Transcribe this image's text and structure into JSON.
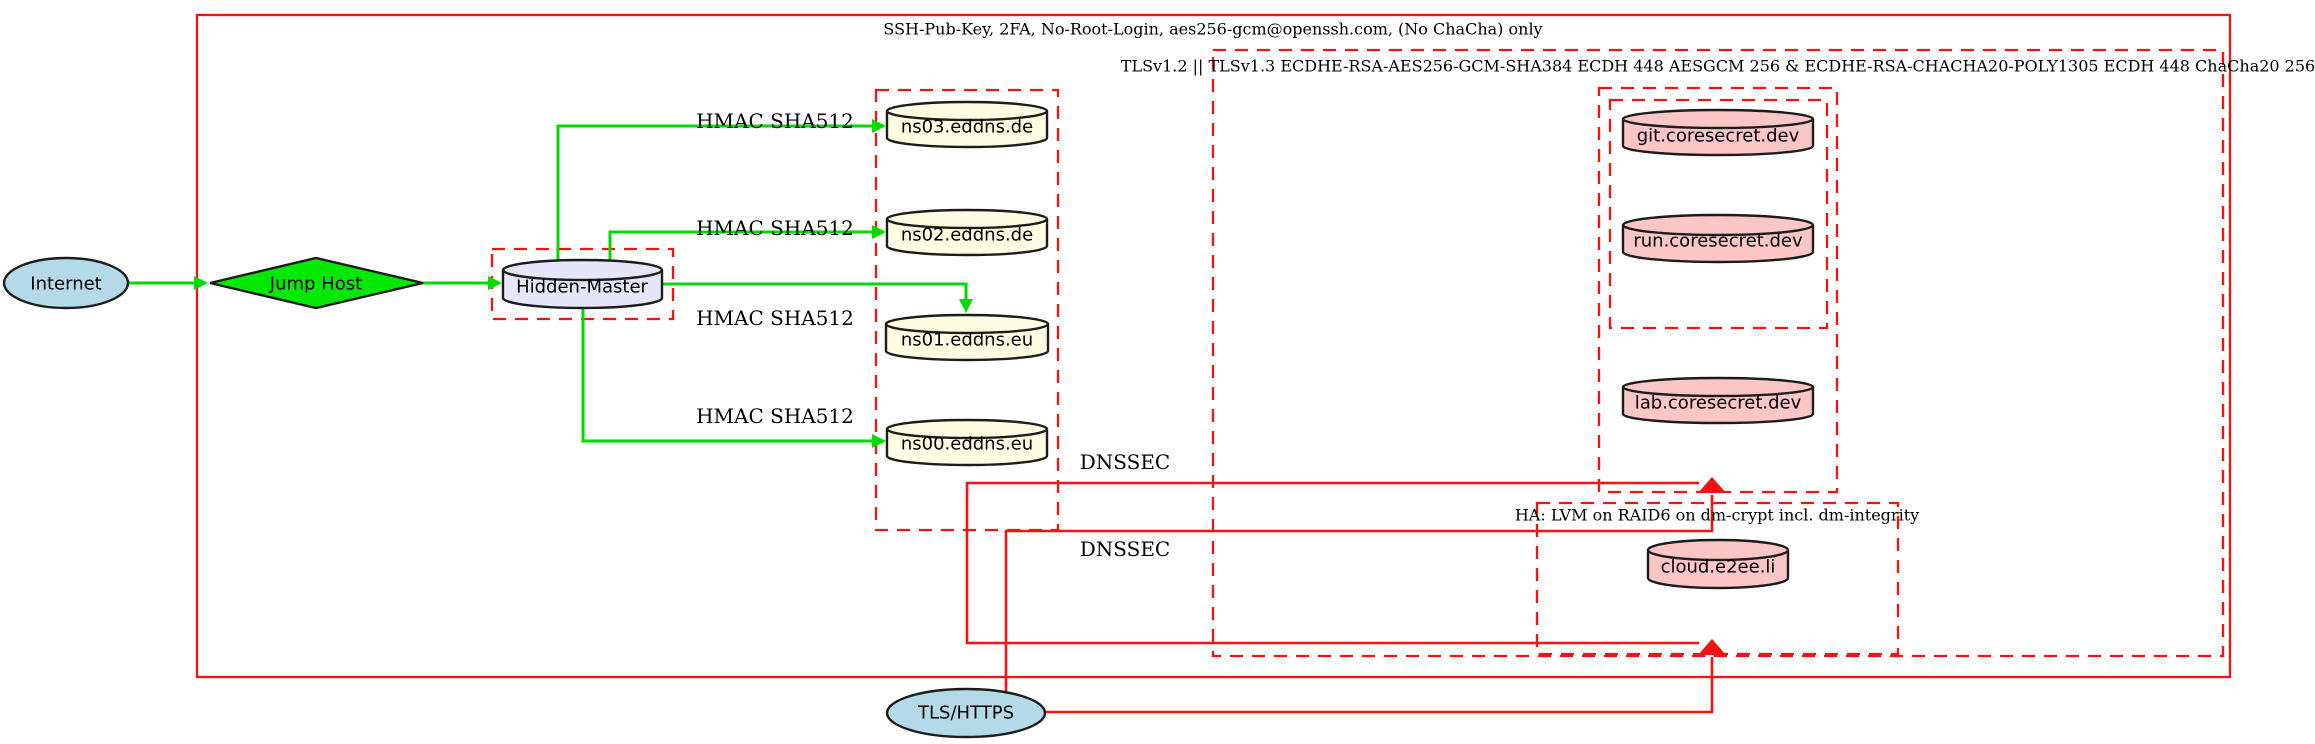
{
  "clusters": {
    "ssh_label": "SSH-Pub-Key, 2FA, No-Root-Login, aes256-gcm@openssh.com, (No ChaCha) only",
    "tls_label": "TLSv1.2 || TLSv1.3 ECDHE-RSA-AES256-GCM-SHA384 ECDH 448 AESGCM 256 & ECDHE-RSA-CHACHA20-POLY1305 ECDH 448 ChaCha20 256",
    "ha_label": "HA: LVM on RAID6 on dm-crypt incl. dm-integrity"
  },
  "nodes": {
    "internet": "Internet",
    "jump_host": "Jump Host",
    "hidden_master": "Hidden-Master",
    "ns03": "ns03.eddns.de",
    "ns02": "ns02.eddns.de",
    "ns01": "ns01.eddns.eu",
    "ns00": "ns00.eddns.eu",
    "git": "git.coresecret.dev",
    "run": "run.coresecret.dev",
    "lab": "lab.coresecret.dev",
    "cloud": "cloud.e2ee.li",
    "tls_https": "TLS/HTTPS"
  },
  "edge_labels": {
    "hmac": "HMAC SHA512",
    "dnssec": "DNSSEC"
  },
  "colors": {
    "red": "#f51212",
    "green": "#00da00",
    "diamond_green": "#00e803",
    "node_yellow": "#fffde1",
    "node_pink": "#fbc6c5",
    "node_lavender": "#e6e6fa",
    "node_blue": "#b4d9e7"
  }
}
